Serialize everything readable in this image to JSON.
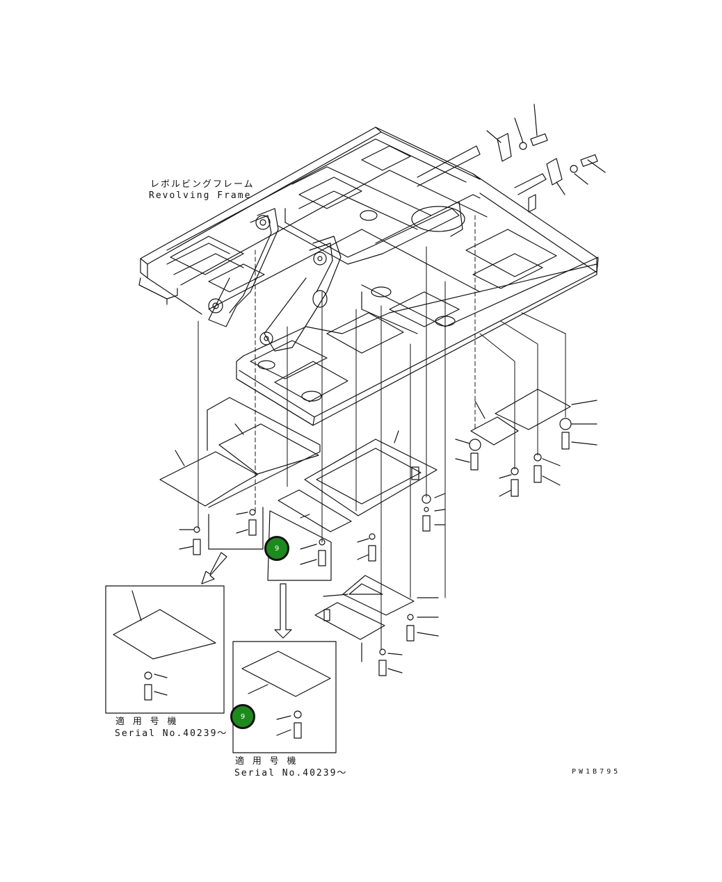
{
  "frame_label": {
    "jp": "レボルビングフレーム",
    "en": "Revolving Frame"
  },
  "inset_left": {
    "jp": "適 用 号 機",
    "serial": "Serial No.40239～"
  },
  "inset_right": {
    "jp": "適 用 号 機",
    "serial": "Serial No.40239～"
  },
  "drawing_code": "PW1B795",
  "callouts": [
    {
      "id": "callout-upper",
      "label": "9"
    },
    {
      "id": "callout-lower",
      "label": "9"
    }
  ],
  "colors": {
    "line": "#111111",
    "callout_fill": "#1e8a1e"
  }
}
